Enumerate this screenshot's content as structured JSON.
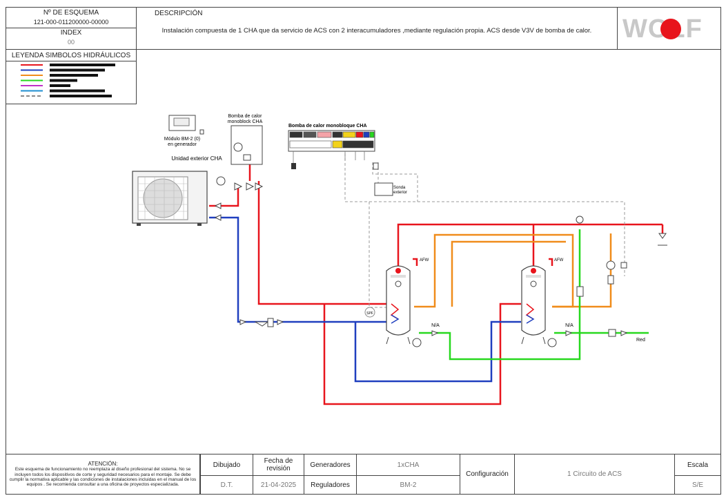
{
  "header": {
    "scheme_no_label": "Nº DE ESQUEMA",
    "scheme_no": "121-000-011200000-00000",
    "index_label": "INDEX",
    "index_value": "00",
    "description_label": "DESCRIPCIÓN",
    "description": "Instalación compuesta de 1 CHA que da servicio de ACS con 2  interacumuladores ,mediante regulación propia. ACS desde V3V de bomba de calor.",
    "logo_text": "WOLF"
  },
  "legend": {
    "title": "LEYENDA SIMBOLOS HIDRÁULICOS",
    "colors": [
      "#e8141c",
      "#1f3fbf",
      "#f08c1a",
      "#27d81e",
      "#c030c8",
      "#1e8fd0",
      "#888888"
    ]
  },
  "diagram": {
    "module_label_1": "Módulo BM-2 (0)",
    "module_label_2": "en generador",
    "outdoor_unit": "Unidad exterior CHA",
    "hp_label_1": "Bomba de calor",
    "hp_label_2": "monoblock CHA",
    "terminal_title": "Bomba de calor monobloque CHA",
    "sensor_1": "Sonda",
    "sensor_2": "exterior",
    "na_1": "N/A",
    "na_2": "N/A",
    "red": "Red",
    "spf": "SPF",
    "afw_1": "AFW",
    "afw_2": "AFW"
  },
  "footer": {
    "attention_title": "ATENCIÓN:",
    "attention_text": "Este esquema de funcionamiento no reemplaza al diseño profesional del sistema. No se incluyen todos los dispositivos de corte y seguridad necesarios para el montaje. Se debe cumplir la normativa aplicable y las condiciones de instalaciones incluidas en el manual de los equipos . Se recomienda consultar a una oficina de proyectos especializada.",
    "drawn_label": "Dibujado",
    "drawn_value": "D.T.",
    "date_label": "Fecha de revisión",
    "date_value": "21-04-2025",
    "generators_label": "Generadores",
    "generators_value": "1xCHA",
    "regulators_label": "Reguladores",
    "regulators_value": "BM-2",
    "config_label": "Configuración",
    "config_value": "1 Circuito de ACS",
    "scale_label": "Escala",
    "scale_value": "S/E"
  }
}
